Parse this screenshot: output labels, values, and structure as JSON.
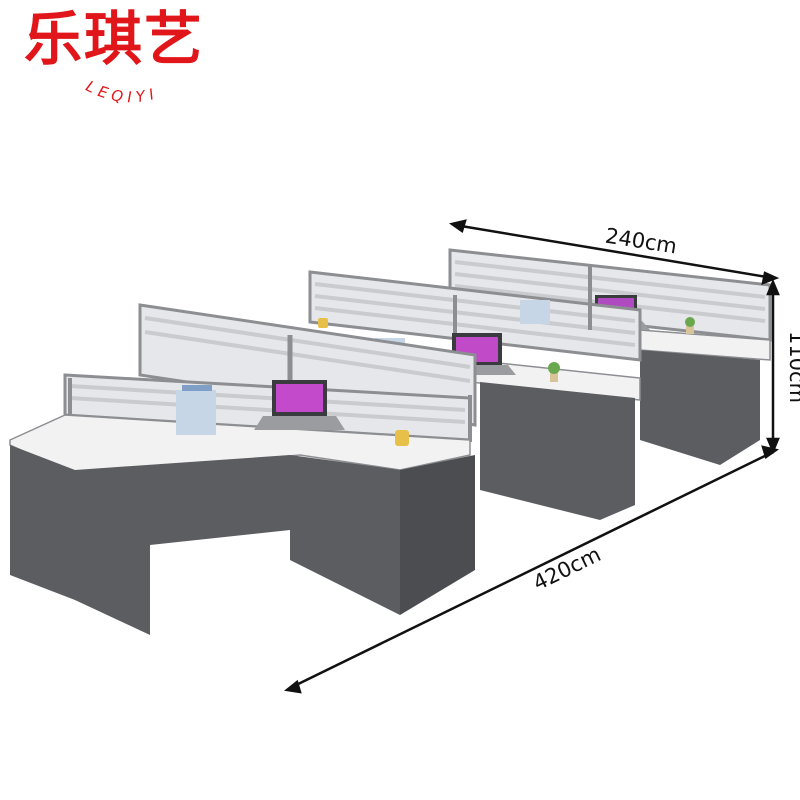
{
  "brand": {
    "name_cn": "乐琪艺",
    "name_en": "LEQIYI",
    "color": "#e0161b"
  },
  "product": {
    "type": "6-seat office workstation with partitions",
    "colors": {
      "desktop": "#f2f2f2",
      "panel": "#5c5d61",
      "screen_frame": "#8c8e92",
      "screen_glass": "#e6e7ea",
      "screen_stripes": "#c9cbcf"
    }
  },
  "dimensions": {
    "width_label": "240cm",
    "height_label": "110cm",
    "length_label": "420cm"
  },
  "icons": [
    "laptop-icon",
    "file-holder-icon",
    "mug-icon",
    "plant-icon"
  ]
}
